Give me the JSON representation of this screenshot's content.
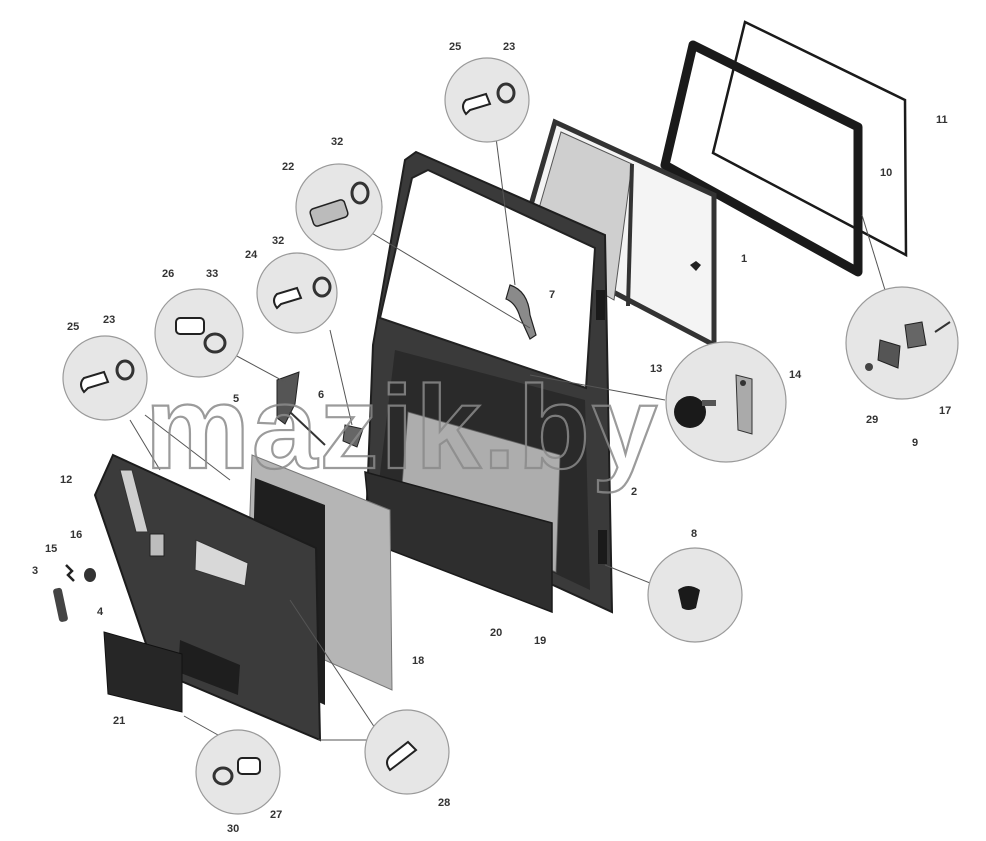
{
  "watermark": "mazik.by",
  "part_numbers": [
    "1",
    "2",
    "3",
    "4",
    "5",
    "6",
    "7",
    "8",
    "9",
    "10",
    "11",
    "12",
    "13",
    "14",
    "15",
    "16",
    "17",
    "18",
    "19",
    "20",
    "21",
    "22",
    "23",
    "24",
    "25",
    "26",
    "27",
    "28",
    "29",
    "30",
    "32",
    "33"
  ],
  "colors": {
    "dark_panel": "#2b2b2b",
    "mid_panel": "#4a4a4a",
    "light_glass": "#f4f4f4",
    "detail_circle": "#e6e6e6",
    "label": "#333333"
  }
}
